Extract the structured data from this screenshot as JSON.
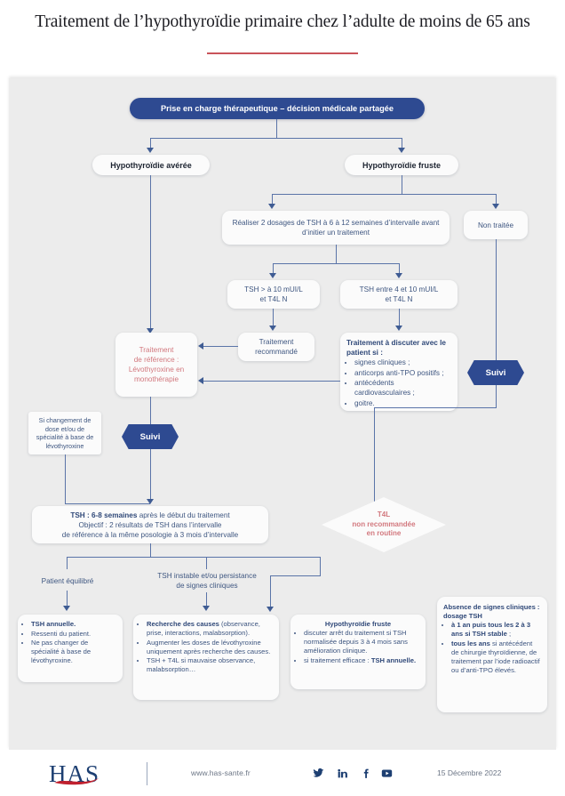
{
  "header": {
    "title": "Traitement de l’hypothyroïdie primaire chez l’adulte de moins de 65 ans",
    "rule_color": "#c9545a"
  },
  "colors": {
    "banner_blue": "#2e4a91",
    "node_text_blue": "#3e5680",
    "connector_blue": "#5a74a8",
    "pink": "#d2787e",
    "canvas_bg": "#ececec"
  },
  "flow": {
    "banner": "Prise en charge thérapeutique – décision médicale partagée",
    "branch_left": "Hypothyroïdie avérée",
    "branch_right": "Hypothyroïdie fruste",
    "dosage_box": "Réaliser 2 dosages de TSH à 6 à 12 semaines d’intervalle avant d’initier un traitement",
    "non_traitee": "Non traitée",
    "tsh_high_l1": "TSH > à 10 mUI/L",
    "tsh_high_l2": "et T4L N",
    "tsh_mid_l1": "TSH entre 4 et 10 mUI/L",
    "tsh_mid_l2": "et T4L N",
    "traitement_recommande_l1": "Traitement",
    "traitement_recommande_l2": "recommandé",
    "reference_l1": "Traitement",
    "reference_l2": "de référence :",
    "reference_l3": "Lévothyroxine en",
    "reference_l4": "monothérapie",
    "discuter_title": "Traitement à discuter avec le patient si :",
    "discuter_items": [
      "signes cliniques ;",
      "anticorps anti-TPO positifs ;",
      "antécédents cardiovasculaires ;",
      "goitre."
    ],
    "suivi_label": "Suivi",
    "changement_box": "Si changement de dose et/ou de spécialité à base de lévothyroxine",
    "tsh_monitor_bold": "TSH  : 6-8 semaines",
    "tsh_monitor_rest": " après le début du traitement",
    "tsh_monitor_l2": "Objectif : 2 résultats de TSH dans l’intervalle",
    "tsh_monitor_l3": "de référence à la même posologie à 3 mois d’intervalle",
    "t4l_diamond_l1": "T4L",
    "t4l_diamond_l2": "non recommandée",
    "t4l_diamond_l3": "en routine",
    "branch_equilibre": "Patient équilibré",
    "branch_instable_l1": "TSH instable et/ou persistance",
    "branch_instable_l2": "de signes cliniques",
    "out_equilibre": [
      {
        "bold": "TSH annuelle.",
        "rest": ""
      },
      {
        "bold": "",
        "rest": "Ressenti du patient."
      },
      {
        "bold": "",
        "rest": "Ne pas changer de spécialité à base de lévothyroxine."
      }
    ],
    "out_instable": [
      {
        "bold": "Recherche des causes",
        "rest": " (observance, prise, interactions, malabsorption)."
      },
      {
        "bold": "",
        "rest": "Augmenter les doses de lévothyroxine uniquement après recherche des causes."
      },
      {
        "bold": "",
        "rest": "TSH + T4L si mauvaise observance, malabsorption…"
      }
    ],
    "out_fruste_title": "Hypothyroïdie fruste",
    "out_fruste": [
      {
        "bold": "",
        "rest": "discuter arrêt du traitement si TSH normalisée depuis 3 à 4 mois sans amélioration clinique."
      },
      {
        "bold": "",
        "rest": "si traitement efficace : ",
        "bold_tail": "TSH annuelle."
      }
    ],
    "out_absence_title": "Absence de signes cliniques : dosage TSH",
    "out_absence": [
      {
        "bold": "à 1 an puis tous les 2 à 3 ans si TSH stable",
        "rest": " ;"
      },
      {
        "bold": "tous les ans",
        "rest": " si antécédent de chirurgie thyroïdienne, de traitement par l’iode radioactif ou d’anti-TPO élevés."
      }
    ]
  },
  "footer": {
    "logo_text": "HAS",
    "url": "www.has-sante.fr",
    "date": "15 Décembre 2022",
    "social": [
      "twitter-icon",
      "linkedin-icon",
      "facebook-icon",
      "youtube-icon"
    ]
  }
}
